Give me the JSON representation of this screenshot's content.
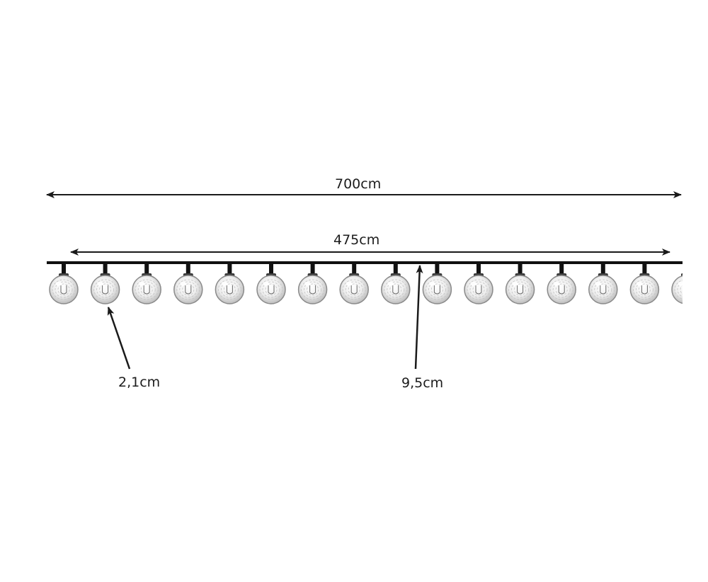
{
  "dimensions": {
    "total_length": "700cm",
    "lit_length": "475cm",
    "bulb_diameter": "2,1cm",
    "bulb_spacing": "9,5cm"
  },
  "bulbs": {
    "count_visible": 16
  },
  "colors": {
    "line": "#1a1a1a",
    "cable": "#111111",
    "bulb_edge": "#8a8a8a",
    "bulb_fill": "#f2f2f2",
    "text": "#1c1c1c"
  }
}
